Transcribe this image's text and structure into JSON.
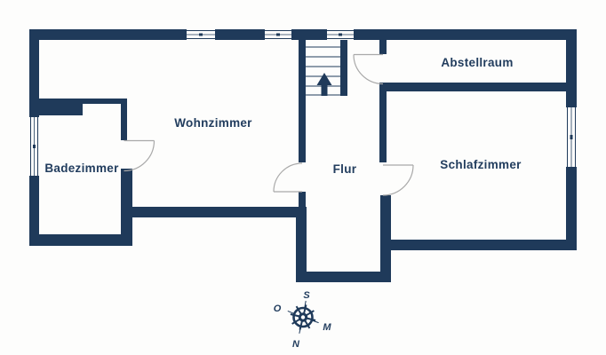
{
  "canvas": {
    "background": "#fdfdfc"
  },
  "floorplan": {
    "wall_color": "#1f3a5a",
    "door_color": "#a9a9a9",
    "label_color": "#223d5e",
    "rooms": {
      "badezimmer": "Badezimmer",
      "wohnzimmer": "Wohnzimmer",
      "flur": "Flur",
      "abstellraum": "Abstellraum",
      "schlafzimmer": "Schlafzimmer"
    },
    "compass": {
      "top": "S",
      "left": "O",
      "right": "M",
      "bottom": "N"
    },
    "icons": {
      "stairs_arrow": "stairs-up-arrow",
      "compass": "compass-rose"
    }
  }
}
